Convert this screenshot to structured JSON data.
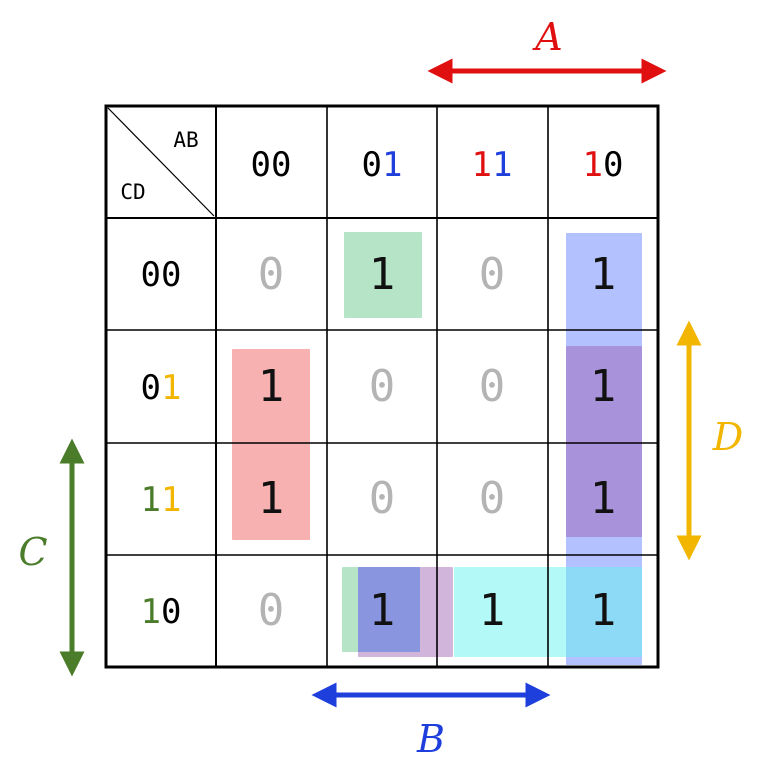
{
  "corner": {
    "col_var": "AB",
    "row_var": "CD"
  },
  "columns": [
    {
      "parts": [
        {
          "text": "0",
          "color": "#000000"
        },
        {
          "text": "0",
          "color": "#000000"
        }
      ]
    },
    {
      "parts": [
        {
          "text": "0",
          "color": "#000000"
        },
        {
          "text": "1",
          "color": "#1f3fdc"
        }
      ]
    },
    {
      "parts": [
        {
          "text": "1",
          "color": "#e01010"
        },
        {
          "text": "1",
          "color": "#1f3fdc"
        }
      ]
    },
    {
      "parts": [
        {
          "text": "1",
          "color": "#e01010"
        },
        {
          "text": "0",
          "color": "#000000"
        }
      ]
    }
  ],
  "rows": [
    {
      "parts": [
        {
          "text": "0",
          "color": "#000000"
        },
        {
          "text": "0",
          "color": "#000000"
        }
      ]
    },
    {
      "parts": [
        {
          "text": "0",
          "color": "#000000"
        },
        {
          "text": "1",
          "color": "#f2b600"
        }
      ]
    },
    {
      "parts": [
        {
          "text": "1",
          "color": "#4a7c2a"
        },
        {
          "text": "1",
          "color": "#f2b600"
        }
      ]
    },
    {
      "parts": [
        {
          "text": "1",
          "color": "#4a7c2a"
        },
        {
          "text": "0",
          "color": "#000000"
        }
      ]
    }
  ],
  "cells": [
    [
      "0",
      "1",
      "0",
      "1"
    ],
    [
      "1",
      "0",
      "0",
      "1"
    ],
    [
      "1",
      "0",
      "0",
      "1"
    ],
    [
      "0",
      "1",
      "1",
      "1"
    ]
  ],
  "variables": {
    "A": {
      "label": "A",
      "color": "#e01010"
    },
    "B": {
      "label": "B",
      "color": "#1f3fdc"
    },
    "C": {
      "label": "C",
      "color": "#4a7c2a"
    },
    "D": {
      "label": "D",
      "color": "#f2b600"
    }
  },
  "groups": [
    {
      "name": "green-group",
      "color": "#3cb96a",
      "opacity": 0.38
    },
    {
      "name": "red-group",
      "color": "#f26464",
      "opacity": 0.5
    },
    {
      "name": "blue-group",
      "color": "#6a84ff",
      "opacity": 0.5
    },
    {
      "name": "purple-group",
      "color": "#9a5ab0",
      "opacity": 0.45
    },
    {
      "name": "cyan-group",
      "color": "#66f3ef",
      "opacity": 0.5
    }
  ]
}
